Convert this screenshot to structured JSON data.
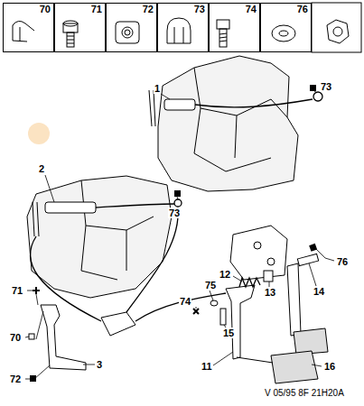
{
  "diagram": {
    "nodes": [
      {
        "text": [
          "70"
        ]
      },
      {
        "text": [
          "71"
        ]
      },
      {
        "text": [
          "72"
        ]
      },
      {
        "text": [
          "73"
        ]
      },
      {
        "text": [
          "74"
        ]
      },
      {
        "text": [
          "76"
        ]
      }
    ],
    "labels": [
      "1",
      "73",
      "2",
      "73",
      "76",
      "12",
      "13",
      "14",
      "71",
      "75",
      "74",
      "15",
      "70",
      "3",
      "72",
      "11",
      "16",
      "V 05/95 8F 21H20A"
    ]
  }
}
